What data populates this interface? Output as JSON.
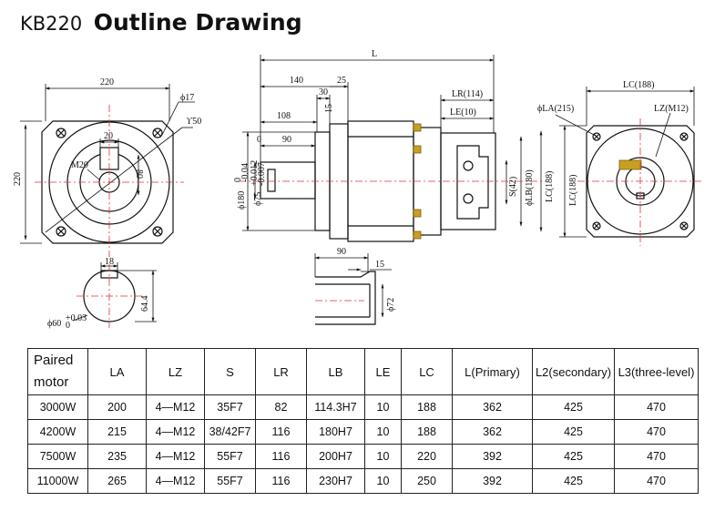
{
  "header": {
    "model": "KB220",
    "title": "Outline Drawing"
  },
  "colors": {
    "centerline": "#e0303a",
    "part": "#c8a020",
    "ink": "#111111"
  },
  "front_view": {
    "dims": {
      "width": "220",
      "height": "220",
      "hole": "ϕ17",
      "pcd": "ϒ50",
      "key": "20",
      "tap": "M20",
      "depth": "80"
    }
  },
  "side_view": {
    "dims": {
      "L": "L",
      "d140": "140",
      "d25": "25",
      "d30": "30",
      "d15": "15",
      "d108": "108",
      "d0": "0",
      "d90": "90",
      "LR": "LR(114)",
      "LE": "LE(10)",
      "phi180": "ϕ180",
      "phi180_tol": "-0.04",
      "phi180_tol_up": "0",
      "phi75": "ϕ75",
      "phi75_tol_up": "+0.012",
      "phi75_tol_dn": "-0.007",
      "S": "S(42)",
      "LB": "ϕLB(180)",
      "LC": "LC(188)"
    }
  },
  "rear_view": {
    "dims": {
      "LC": "LC(188)",
      "LA": "ϕLA(215)",
      "LZ": "LZ(M12)"
    }
  },
  "shaft_view": {
    "dims": {
      "w18": "18",
      "h64": "64.4",
      "phi60": "ϕ60",
      "phi60_tol": "+0.03",
      "phi60_tol_dn": "0"
    }
  },
  "bore_view": {
    "dims": {
      "d90": "90",
      "d15": "15",
      "phi72": "ϕ72"
    }
  },
  "table": {
    "headers": [
      "Paired motor",
      "LA",
      "LZ",
      "S",
      "LR",
      "LB",
      "LE",
      "LC",
      "L(Primary)",
      "L2(secondary)",
      "L3(three-level)"
    ],
    "rows": [
      [
        "3000W",
        "200",
        "4—M12",
        "35F7",
        "82",
        "114.3H7",
        "10",
        "188",
        "362",
        "425",
        "470"
      ],
      [
        "4200W",
        "215",
        "4—M12",
        "38/42F7",
        "116",
        "180H7",
        "10",
        "188",
        "362",
        "425",
        "470"
      ],
      [
        "7500W",
        "235",
        "4—M12",
        "55F7",
        "116",
        "200H7",
        "10",
        "220",
        "392",
        "425",
        "470"
      ],
      [
        "11000W",
        "265",
        "4—M12",
        "55F7",
        "116",
        "230H7",
        "10",
        "250",
        "392",
        "425",
        "470"
      ]
    ]
  }
}
